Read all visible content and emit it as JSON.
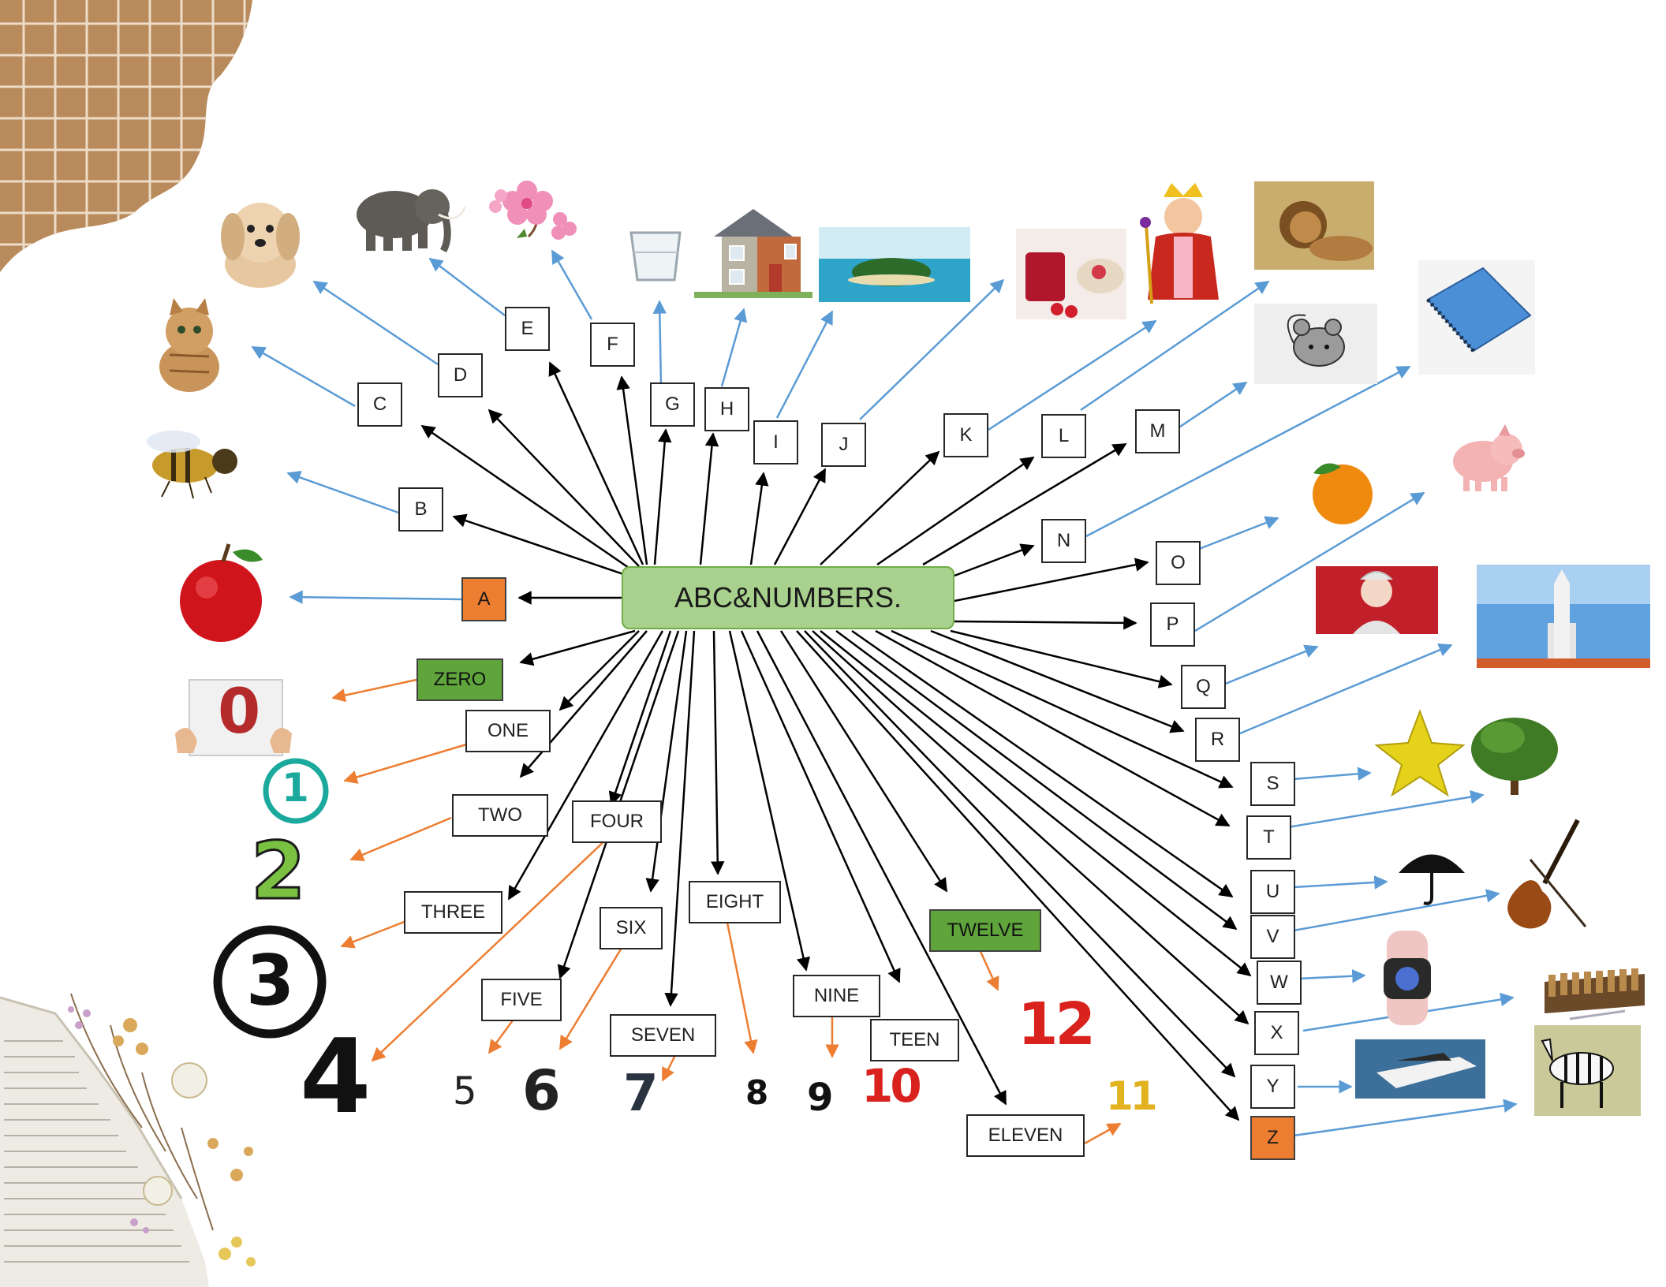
{
  "title": "ABC&NUMBERS.",
  "letters": [
    "A",
    "B",
    "C",
    "D",
    "E",
    "F",
    "G",
    "H",
    "I",
    "J",
    "K",
    "L",
    "M",
    "N",
    "O",
    "P",
    "Q",
    "R",
    "S",
    "T",
    "U",
    "V",
    "W",
    "X",
    "Y",
    "Z"
  ],
  "numbers": [
    "ZERO",
    "ONE",
    "TWO",
    "THREE",
    "FOUR",
    "FIVE",
    "SIX",
    "SEVEN",
    "EIGHT",
    "NINE",
    "TEEN",
    "ELEVEN",
    "TWELVE"
  ],
  "number_figures": [
    "0",
    "1",
    "2",
    "3",
    "4",
    "5",
    "6",
    "7",
    "8",
    "9",
    "10",
    "11",
    "12"
  ],
  "pictures": [
    "apple-image",
    "bee-image",
    "cat-image",
    "dog-image",
    "elephant-image",
    "flower-image",
    "glass-image",
    "house-image",
    "island-image",
    "jam-image",
    "king-image",
    "lion-image",
    "mouse-image",
    "notebook-image",
    "orange-image",
    "pig-image",
    "queen-image",
    "rocket-image",
    "star-image",
    "tree-image",
    "umbrella-image",
    "violin-image",
    "watch-image",
    "xylophone-image",
    "yacht-image",
    "zebra-image"
  ],
  "colors": {
    "center_fill": "#a9d18e",
    "center_border": "#70ad47",
    "highlight_orange": "#ed7d31",
    "highlight_green": "#5fa53b",
    "arrow_black": "#000000",
    "arrow_blue": "#5b9bd5",
    "arrow_orange": "#ed7d31",
    "corner_kraft": "#b98a5c"
  }
}
